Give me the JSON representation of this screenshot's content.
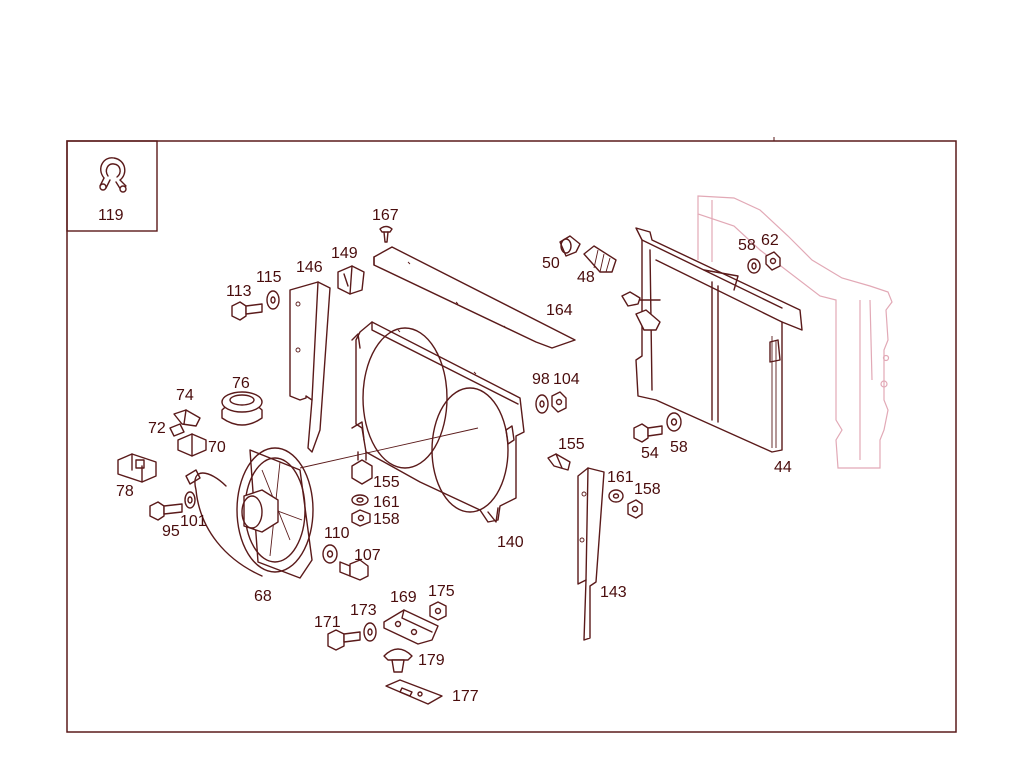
{
  "colors": {
    "ink": "#5a1a1a",
    "label": "#4a0d0d",
    "ghost": "#e2a9b6",
    "background": "#ffffff"
  },
  "inset": {
    "label": "119",
    "icon": "clamp-icon"
  },
  "labels": {
    "p167": "167",
    "p149": "149",
    "p146": "146",
    "p115": "115",
    "p113": "113",
    "p164": "164",
    "p50": "50",
    "p48": "48",
    "p58a": "58",
    "p62": "62",
    "p76": "76",
    "p74": "74",
    "p72": "72",
    "p70": "70",
    "p78": "78",
    "p98": "98",
    "p104": "104",
    "p155a": "155",
    "p155b": "155",
    "p161a": "161",
    "p158a": "158",
    "p161b": "161",
    "p158b": "158",
    "p54": "54",
    "p58b": "58",
    "p44": "44",
    "p95": "95",
    "p101": "101",
    "p110": "110",
    "p107": "107",
    "p140": "140",
    "p68": "68",
    "p143": "143",
    "p169": "169",
    "p175": "175",
    "p171": "171",
    "p173": "173",
    "p179": "179",
    "p177": "177"
  }
}
